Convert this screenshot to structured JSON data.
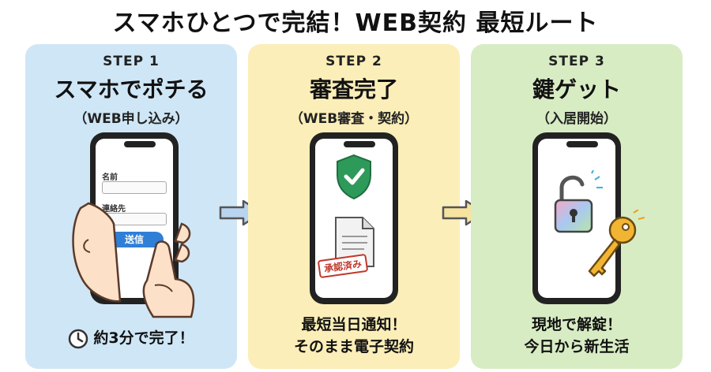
{
  "page": {
    "title": "スマホひとつで完結！WEB契約 最短ルート"
  },
  "steps": [
    {
      "label": "STEP 1",
      "title": "スマホでポチる",
      "subtitle": "（WEB申し込み）",
      "form": {
        "name_label": "名前",
        "contact_label": "連絡先",
        "submit_label": "送信"
      },
      "footer": "約3分で完了！",
      "color": "#cfe6f6"
    },
    {
      "label": "STEP 2",
      "title": "審査完了",
      "subtitle": "（WEB審査・契約）",
      "stamp": "承認済み",
      "footer_lines": [
        "最短当日通知！",
        "そのまま電子契約"
      ],
      "color": "#fbeeb8"
    },
    {
      "label": "STEP 3",
      "title": "鍵ゲット",
      "subtitle": "（入居開始）",
      "footer_lines": [
        "現地で解錠！",
        "今日から新生活"
      ],
      "color": "#d8ecc4"
    }
  ],
  "icons": {
    "clock": "clock-icon",
    "shield": "shield-check-icon",
    "document": "document-icon",
    "padlock": "padlock-open-icon",
    "key": "key-icon",
    "arrow": "arrow-right-icon",
    "hand": "hand-icon"
  }
}
